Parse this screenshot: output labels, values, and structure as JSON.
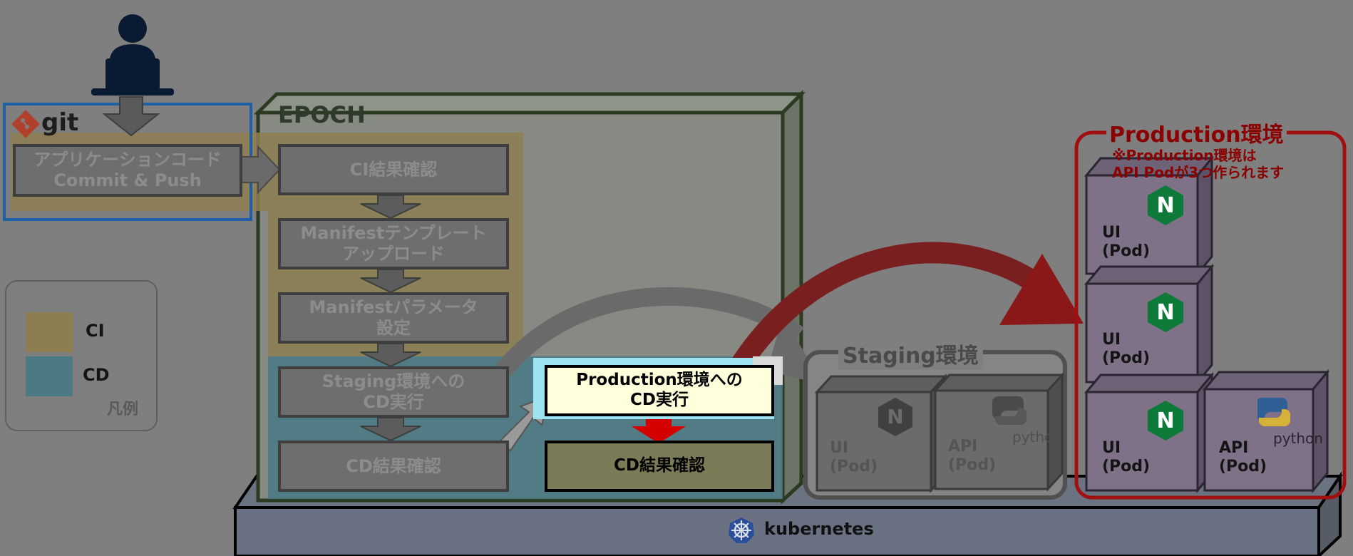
{
  "user": {
    "icon": "user-laptop-icon"
  },
  "git": {
    "logo_text": "git",
    "step": "アプリケーションコード\nCommit & Push"
  },
  "legend": {
    "items": [
      {
        "label": "CI",
        "color": "#8d7e52"
      },
      {
        "label": "CD",
        "color": "#4b7a85"
      }
    ],
    "caption": "凡例"
  },
  "epoch": {
    "title": "EPOCH",
    "steps": [
      "CI結果確認",
      "Manifestテンプレート\nアップロード",
      "Manifestパラメータ\n設定",
      "Staging環境への\nCD実行",
      "CD結果確認"
    ],
    "highlight_step": "Production環境への\nCD実行",
    "result_step": "CD結果確認"
  },
  "staging": {
    "title": "Staging環境",
    "pods": [
      {
        "label": "UI\n(Pod)",
        "icon": "nginx-icon",
        "icon_text": "N"
      },
      {
        "label": "API\n(Pod)",
        "icon": "python-icon",
        "icon_text": "python"
      }
    ]
  },
  "production": {
    "title": "Production環境",
    "note": "※Production環境は\nAPI Podが3つ作られます",
    "pods": [
      {
        "label": "UI\n(Pod)",
        "icon": "nginx-icon",
        "icon_text": "N"
      },
      {
        "label": "UI\n(Pod)",
        "icon": "nginx-icon",
        "icon_text": "N"
      },
      {
        "label": "UI\n(Pod)",
        "icon": "nginx-icon",
        "icon_text": "N"
      },
      {
        "label": "API\n(Pod)",
        "icon": "python-icon",
        "icon_text": "python"
      }
    ]
  },
  "kubernetes": {
    "label": "kubernetes",
    "icon": "kubernetes-helm-icon"
  },
  "colors": {
    "background": "#7f7f7f",
    "epoch_border": "#2c3a22",
    "git_border": "#1f5fa3",
    "production_border": "#a01010",
    "highlight_fill": "#ffffdc",
    "highlight_glow": "#9ee3f2",
    "cd_arrow": "#d40000",
    "nginx": "#0e7a3a"
  }
}
